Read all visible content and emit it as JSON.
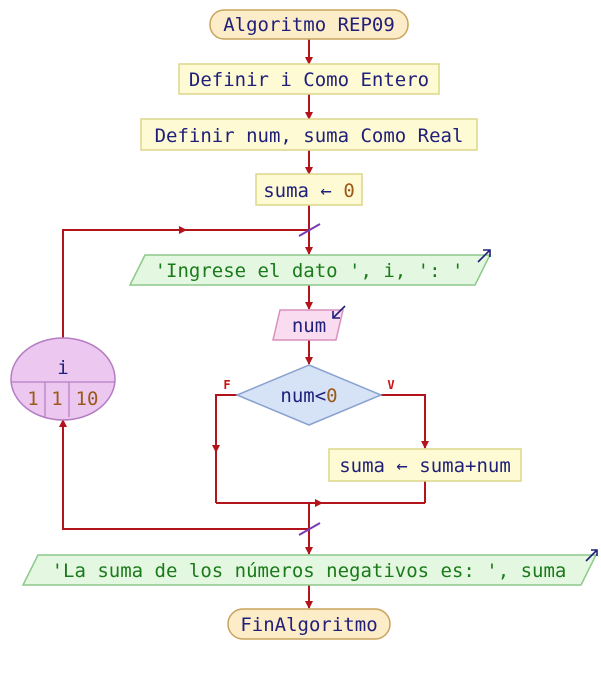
{
  "title": "Algoritmo REP09",
  "nodes": {
    "start": {
      "text": "Algoritmo REP09"
    },
    "def_i": {
      "text": "Definir i Como Entero"
    },
    "def_num": {
      "text": "Definir num, suma Como Real"
    },
    "init": {
      "lhs": "suma",
      "arrow": "←",
      "rhs": "0"
    },
    "output1": {
      "text": "'Ingrese el dato ', i, ': '"
    },
    "input": {
      "text": "num"
    },
    "decision": {
      "lhs": "num<",
      "rhs": "0",
      "false_label": "F",
      "true_label": "V"
    },
    "assign": {
      "text": "suma ← suma+num"
    },
    "loop": {
      "var": "i",
      "start": "1",
      "step": "1",
      "end": "10"
    },
    "output2": {
      "text": "'La suma de los números negativos es: ', suma"
    },
    "end": {
      "text": "FinAlgoritmo"
    }
  },
  "colors": {
    "edge": "#b3141b",
    "terminal_fill": "#fdecc8",
    "terminal_stroke": "#c9a35a",
    "process_fill": "#fefbd4",
    "process_stroke": "#dcd68a",
    "io_out_fill": "#e4f7e0",
    "io_out_stroke": "#8cc98a",
    "io_in_fill": "#f9dcef",
    "io_in_stroke": "#d990bd",
    "decision_fill": "#d6e2f6",
    "decision_stroke": "#8aa2d0",
    "loop_fill": "#ecc8f0",
    "loop_stroke": "#b57cc2",
    "text_navy": "#20207a",
    "text_green": "#1a7a1a",
    "text_number": "#9a5a1a",
    "label_red": "#cc1111"
  }
}
